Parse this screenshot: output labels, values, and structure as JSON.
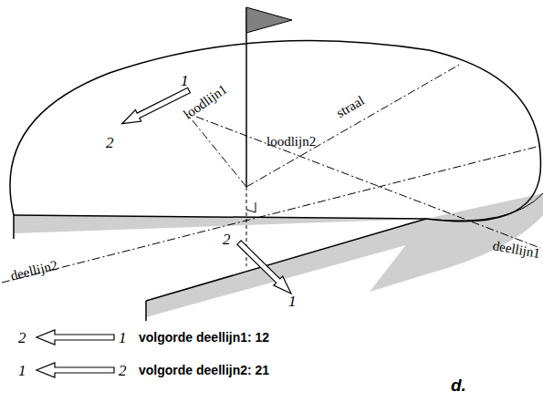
{
  "diagram": {
    "labels": [
      "straal",
      "loodlijn1",
      "loodlijn2",
      "deellijn1",
      "deellijn2",
      "1",
      "2",
      "2",
      "1",
      "2",
      "1",
      "1",
      "2",
      "d."
    ],
    "legend": [
      {
        "text": "volgorde deellijn1: 12"
      },
      {
        "text": "volgorde deellijn2: 21"
      }
    ]
  }
}
